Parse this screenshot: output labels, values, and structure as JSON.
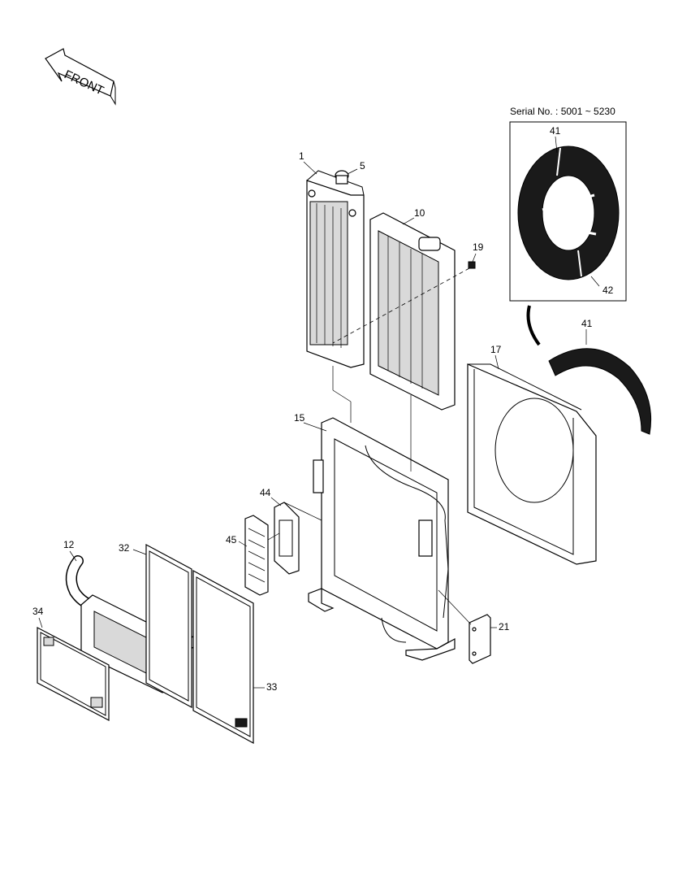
{
  "front_arrow": {
    "label": "FRONT"
  },
  "serial_box": {
    "title": "Serial No. : 5001 ~ 5230"
  },
  "callouts": {
    "radiator": "1",
    "cap": "5",
    "oil_cooler": "10",
    "bracket_small": "19",
    "guard_top_inset": "41",
    "guard_bottom_inset": "42",
    "guard_main": "41",
    "shroud": "17",
    "frame": "15",
    "bracket_44": "44",
    "cooler_45": "45",
    "hose": "12",
    "screen_32": "32",
    "screen_34": "34",
    "screen_33": "33",
    "plate_21": "21"
  }
}
